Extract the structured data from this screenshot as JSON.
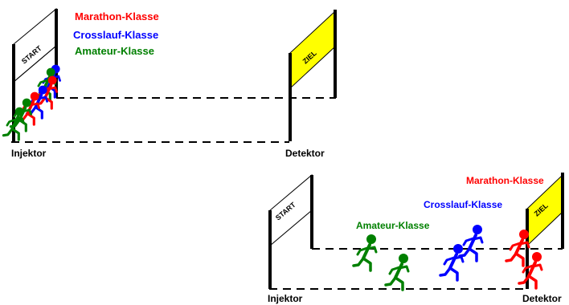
{
  "scene_top": {
    "legend": {
      "marathon": "Marathon-Klasse",
      "crosslauf": "Crosslauf-Klasse",
      "amateur": "Amateur-Klasse"
    },
    "start_label": "START",
    "finish_label": "ZIEL",
    "injector_label": "Injektor",
    "detector_label": "Detektor"
  },
  "scene_bottom": {
    "class_labels": {
      "marathon": "Marathon-Klasse",
      "crosslauf": "Crosslauf-Klasse",
      "amateur": "Amateur-Klasse"
    },
    "start_label": "START",
    "finish_label": "ZIEL",
    "injector_label": "Injektor",
    "detector_label": "Detektor"
  },
  "colors": {
    "marathon": "#ff0000",
    "crosslauf": "#0000ff",
    "amateur": "#008000",
    "finish_flag": "#ffff00",
    "track": "#000000"
  }
}
